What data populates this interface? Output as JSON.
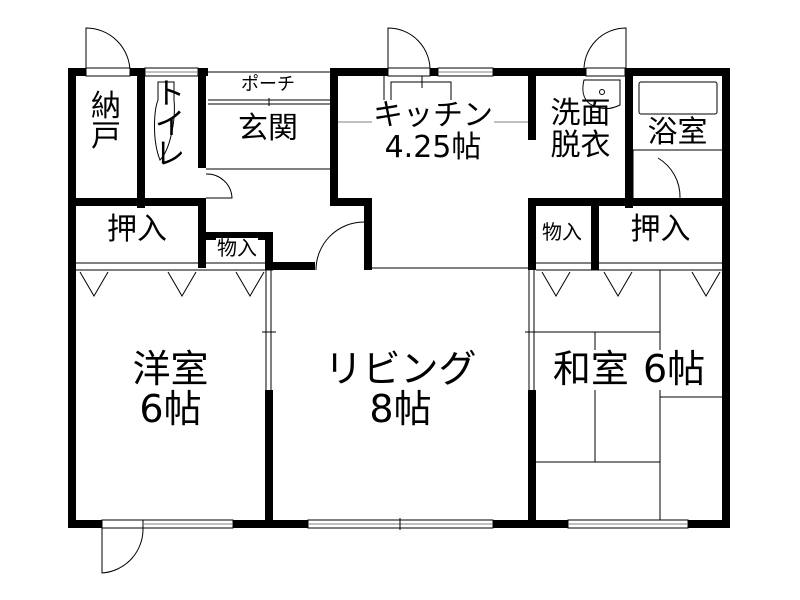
{
  "floor_plan": {
    "rooms": [
      {
        "id": "storage_nando",
        "name": "納戸",
        "chars": [
          "納",
          "戸"
        ]
      },
      {
        "id": "toilet",
        "name": "トイレ",
        "chars": [
          "ト",
          "イ",
          "レ"
        ]
      },
      {
        "id": "porch",
        "name": "ポーチ"
      },
      {
        "id": "entrance",
        "name": "玄関"
      },
      {
        "id": "kitchen",
        "name": "キッチン",
        "size": "4.25帖"
      },
      {
        "id": "washroom",
        "name": "洗面",
        "line2": "脱衣"
      },
      {
        "id": "bathroom",
        "name": "浴室"
      },
      {
        "id": "closet_left",
        "name": "押入"
      },
      {
        "id": "storage_left",
        "name": "物入"
      },
      {
        "id": "storage_right",
        "name": "物入"
      },
      {
        "id": "closet_right",
        "name": "押入"
      },
      {
        "id": "western_room",
        "name": "洋室",
        "size": "6帖"
      },
      {
        "id": "living",
        "name": "リビング",
        "size": "8帖"
      },
      {
        "id": "japanese_room",
        "name": "和室",
        "size": "6帖"
      }
    ],
    "colors": {
      "wall": "#000000",
      "line": "#000000",
      "window_gray": "#808080",
      "background": "#ffffff"
    }
  }
}
